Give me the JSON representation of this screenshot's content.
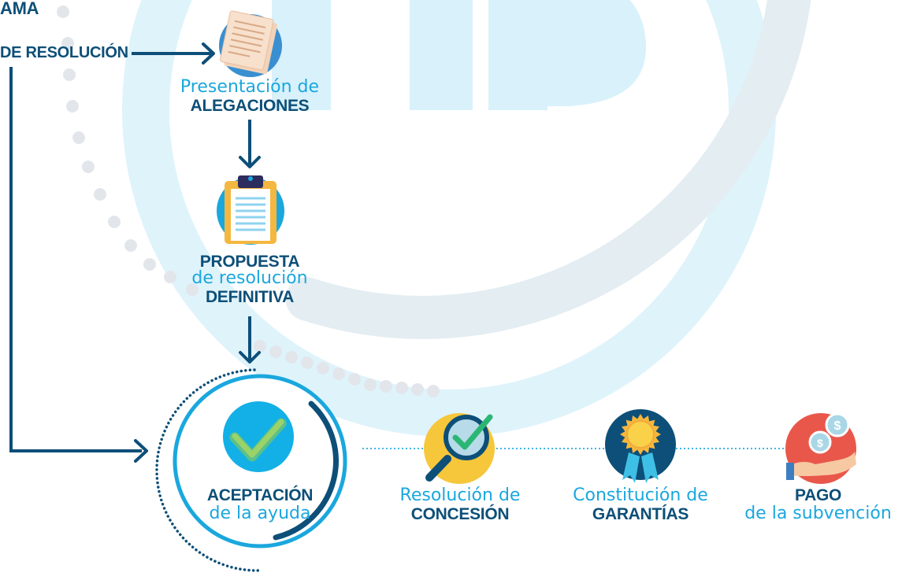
{
  "header": {
    "title_fragment": "AMA",
    "step_fragment": "DE RESOLUCIÓN"
  },
  "steps": {
    "alegaciones": {
      "line1": "Presentación de",
      "line2": "ALEGACIONES"
    },
    "propuesta": {
      "line1": "PROPUESTA",
      "line2": "de resolución",
      "line3": "DEFINITIVA"
    },
    "aceptacion": {
      "line1": "ACEPTACIÓN",
      "line2": "de la ayuda"
    },
    "concesion": {
      "line1": "Resolución de",
      "line2": "CONCESIÓN"
    },
    "garantias": {
      "line1": "Constitución de",
      "line2": "GARANTÍAS"
    },
    "pago": {
      "line1": "PAGO",
      "line2": "de la subvención"
    }
  },
  "icons": {
    "alegaciones": "document-stack-icon",
    "propuesta": "clipboard-icon",
    "aceptacion": "checkmark-icon",
    "concesion": "magnifier-check-icon",
    "garantias": "award-medal-icon",
    "pago": "hand-coins-icon"
  },
  "colors": {
    "dark_blue": "#0d4f78",
    "light_blue": "#1aa7de",
    "watermark": "#e1f4fb",
    "dots": "#e4e8ed"
  }
}
